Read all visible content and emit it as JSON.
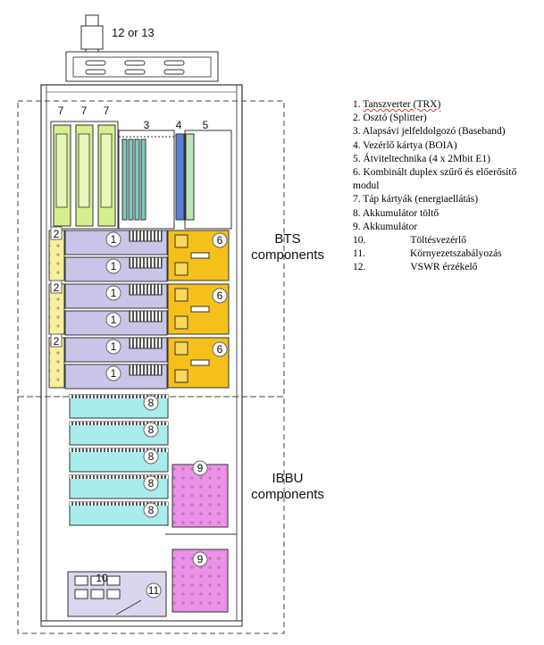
{
  "top_label": "12 or 13",
  "sections": {
    "bts": {
      "line1": "BTS",
      "line2": "components"
    },
    "ibbu": {
      "line1": "IBBU",
      "line2": "components"
    }
  },
  "callouts": {
    "c7": "7",
    "c3": "3",
    "c4": "4",
    "c5": "5",
    "c2": "2",
    "c1": "1",
    "c6": "6",
    "c8": "8",
    "c9": "9",
    "c10": "10",
    "c11": "11"
  },
  "legend": [
    {
      "num": "1.",
      "text": "Tanszverter (TRX)"
    },
    {
      "num": "2.",
      "text": "Osztó (Splitter)"
    },
    {
      "num": "3.",
      "text": "Alapsávi jelfeldolgozó (Baseband)"
    },
    {
      "num": "4.",
      "text": "Vezérlő kártya (BOIA)"
    },
    {
      "num": "5.",
      "text": "Átviteltechnika (4 x 2Mbit E1)"
    },
    {
      "num": "6.",
      "text": "Kombinált duplex szűrő és előerősítő modul"
    },
    {
      "num": "7.",
      "text": "Táp kártyák (energiaellátás)"
    },
    {
      "num": "8.",
      "text": "Akkumulátor töltő"
    },
    {
      "num": "9.",
      "text": "Akkumulátor"
    },
    {
      "num": "10.",
      "text": "Töltésvezérlő"
    },
    {
      "num": "11.",
      "text": "Környezetszabályozás"
    },
    {
      "num": "12.",
      "text": "VSWR érzékelő"
    }
  ],
  "colors": {
    "power_card": "#d6ef8e",
    "trx": "#c9c5e8",
    "splitter": "#f7ef9a",
    "duplexer": "#f5c01a",
    "charger": "#a8ecec",
    "battery": "#ee8fe9",
    "baseband": "#7fc8c0",
    "control_card": "#5b7fd6",
    "transmission": "#b9e6b9"
  }
}
